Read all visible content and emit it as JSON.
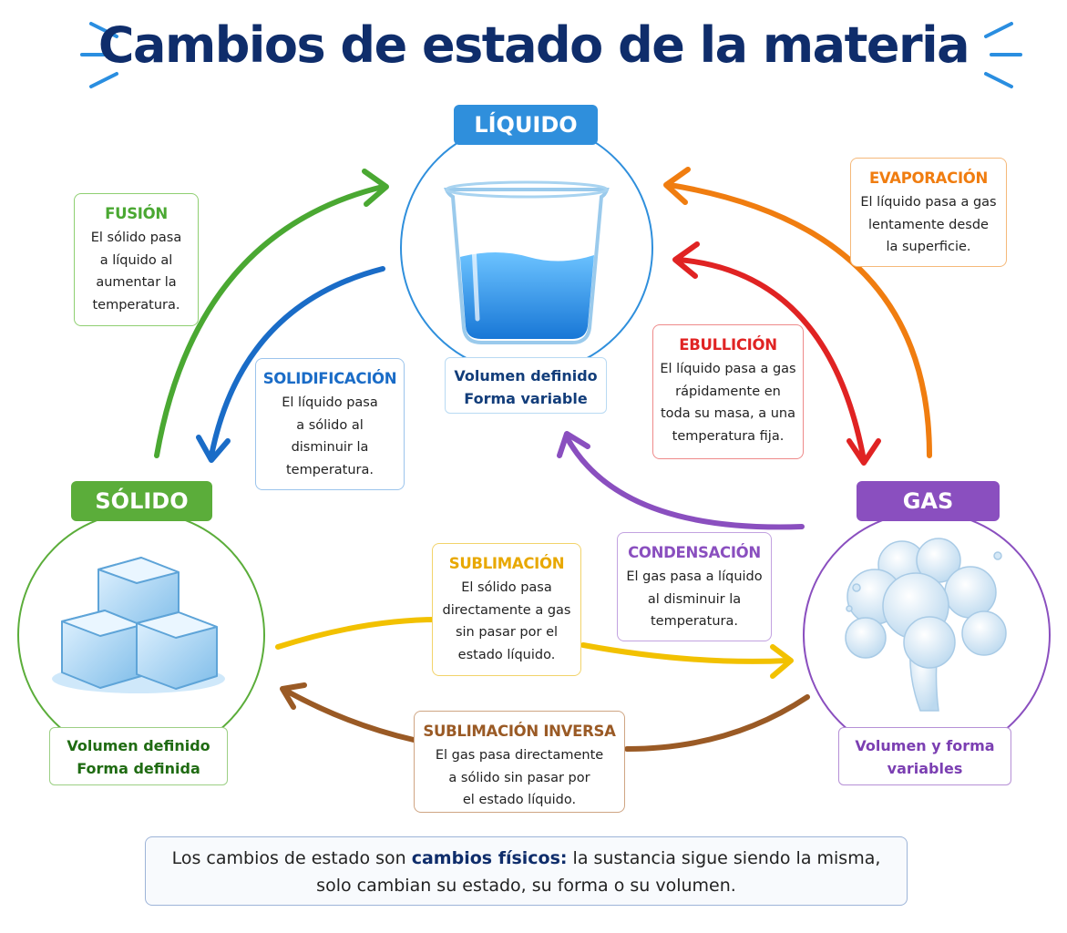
{
  "title": "Cambios de estado de la materia",
  "states": {
    "liquido": {
      "label": "LÍQUIDO",
      "line1": "Volumen definido",
      "line2": "Forma variable",
      "color": "#2f8fdc"
    },
    "solido": {
      "label": "SÓLIDO",
      "line1": "Volumen definido",
      "line2": "Forma definida",
      "color": "#5bad3a"
    },
    "gas": {
      "label": "GAS",
      "line1": "Volumen y forma",
      "line2": "variables",
      "color": "#8a4fbf"
    }
  },
  "processes": {
    "fusion": {
      "title": "FUSIÓN",
      "lines": [
        "El sólido pasa",
        "a líquido al",
        "aumentar la",
        "temperatura."
      ],
      "color": "#4aa832"
    },
    "solidificacion": {
      "title": "SOLIDIFICACIÓN",
      "lines": [
        "El líquido pasa",
        "a sólido al",
        "disminuir la",
        "temperatura."
      ],
      "color": "#1a6cc7"
    },
    "evaporacion": {
      "title": "EVAPORACIÓN",
      "lines": [
        "El líquido pasa a gas",
        "lentamente desde",
        "la superficie."
      ],
      "color": "#f07d10"
    },
    "ebullicion": {
      "title": "EBULLICIÓN",
      "lines": [
        "El líquido pasa a gas",
        "rápidamente en",
        "toda su masa, a una",
        "temperatura fija."
      ],
      "color": "#e02323"
    },
    "sublimacion": {
      "title": "SUBLIMACIÓN",
      "lines": [
        "El sólido pasa",
        "directamente a gas",
        "sin pasar por el",
        "estado líquido."
      ],
      "color": "#e8b000"
    },
    "condensacion": {
      "title": "CONDENSACIÓN",
      "lines": [
        "El gas pasa a líquido",
        "al disminuir la",
        "temperatura."
      ],
      "color": "#8a4fbf"
    },
    "sublimacion_inversa": {
      "title": "SUBLIMACIÓN INVERSA",
      "lines": [
        "El gas pasa directamente",
        "a sólido sin pasar por",
        "el estado líquido."
      ],
      "color": "#9a5a25"
    }
  },
  "footer": {
    "part1": "Los cambios de estado son ",
    "bold": "cambios físicos:",
    "part2": " la sustancia sigue siendo la misma,",
    "line2": "solo cambian su estado, su forma o su volumen."
  }
}
